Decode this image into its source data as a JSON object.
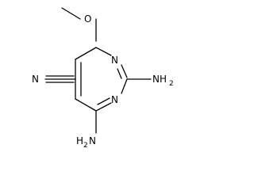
{
  "molecule": {
    "labels": {
      "o_methoxy": "O",
      "n_top_ring": "N",
      "n_bottom_ring": "N",
      "n_nitrile": "N",
      "nh2_right_main": "NH",
      "nh2_right_sub": "2",
      "h2n_bottom_h": "H",
      "h2n_bottom_sub": "2",
      "h2n_bottom_n": "N"
    }
  }
}
